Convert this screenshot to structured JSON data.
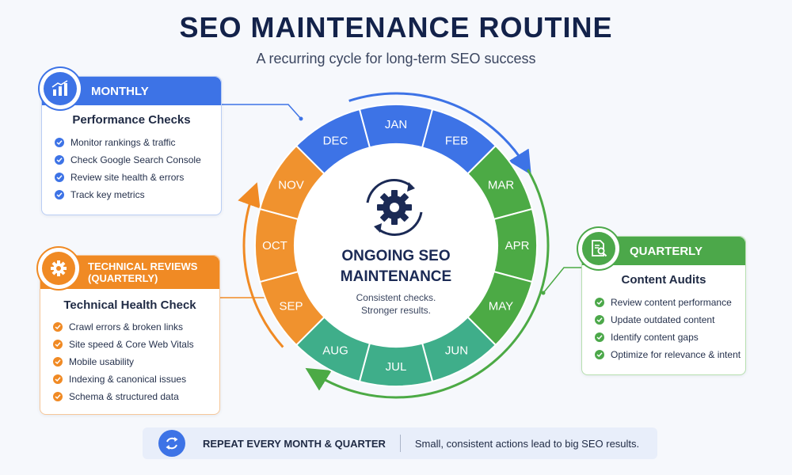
{
  "header": {
    "title": "SEO MAINTENANCE ROUTINE",
    "subtitle": "A recurring cycle for long-term SEO success"
  },
  "wheel": {
    "center_title_line1": "ONGOING SEO",
    "center_title_line2": "MAINTENANCE",
    "center_caption_line1": "Consistent checks.",
    "center_caption_line2": "Stronger results.",
    "center_icon": "gear-cycle-icon",
    "months": [
      {
        "label": "JAN",
        "color": "#3d73e6"
      },
      {
        "label": "FEB",
        "color": "#3d73e6"
      },
      {
        "label": "MAR",
        "color": "#4caa45"
      },
      {
        "label": "APR",
        "color": "#4caa45"
      },
      {
        "label": "MAY",
        "color": "#4caa45"
      },
      {
        "label": "JUN",
        "color": "#3fae8a"
      },
      {
        "label": "JUL",
        "color": "#3fae8a"
      },
      {
        "label": "AUG",
        "color": "#3fae8a"
      },
      {
        "label": "SEP",
        "color": "#f0922e"
      },
      {
        "label": "OCT",
        "color": "#f0922e"
      },
      {
        "label": "NOV",
        "color": "#f0922e"
      },
      {
        "label": "DEC",
        "color": "#3d73e6"
      }
    ]
  },
  "monthly": {
    "header": "MONTHLY",
    "subtitle": "Performance Checks",
    "icon": "bar-chart-icon",
    "color": "#3d73e6",
    "items": [
      "Monitor rankings & traffic",
      "Check Google Search Console",
      "Review site health & errors",
      "Track key metrics"
    ]
  },
  "technical": {
    "header_line1": "TECHNICAL REVIEWS",
    "header_line2": "(QUARTERLY)",
    "subtitle": "Technical Health Check",
    "icon": "gear-icon",
    "color": "#f08a24",
    "items": [
      "Crawl errors & broken links",
      "Site speed & Core Web Vitals",
      "Mobile usability",
      "Indexing & canonical issues",
      "Schema & structured data"
    ]
  },
  "quarterly": {
    "header": "QUARTERLY",
    "subtitle": "Content Audits",
    "icon": "document-search-icon",
    "color": "#4ca84a",
    "items": [
      "Review content performance",
      "Update outdated content",
      "Identify content gaps",
      "Optimize for relevance & intent"
    ]
  },
  "footer": {
    "icon": "refresh-icon",
    "left": "REPEAT EVERY MONTH & QUARTER",
    "right": "Small, consistent actions lead to big SEO results."
  }
}
